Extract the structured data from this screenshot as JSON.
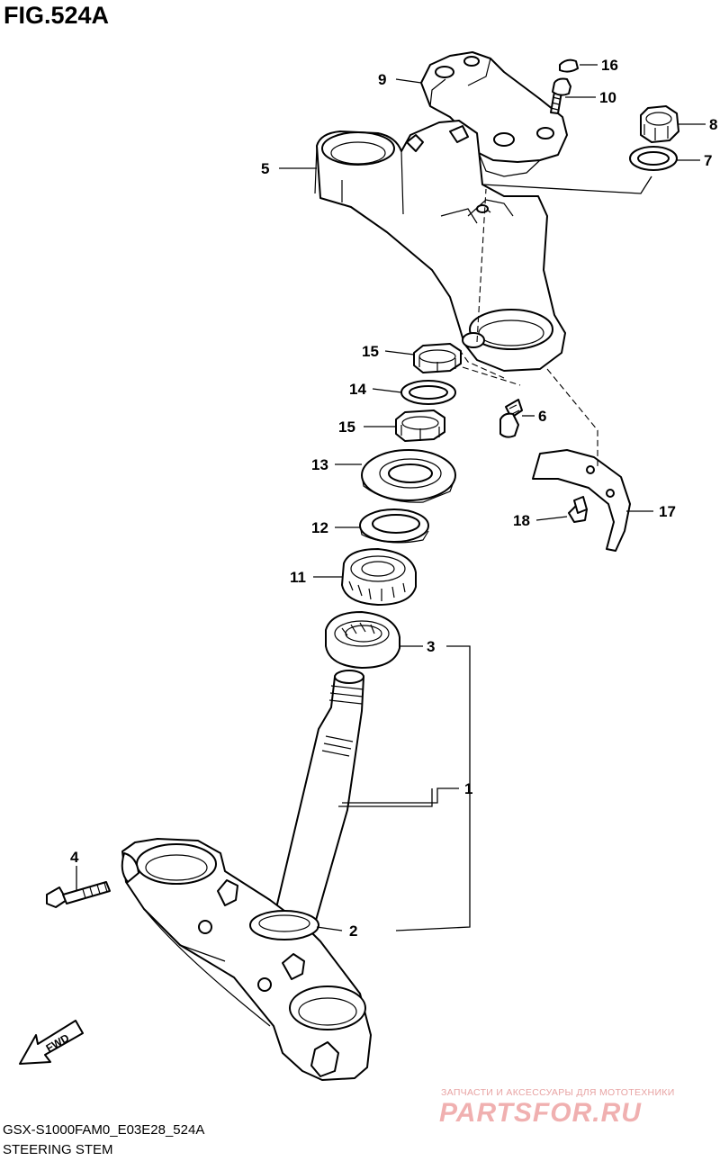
{
  "figure": {
    "title": "FIG.524A",
    "model_code": "GSX-S1000FAM0_E03E28_524A",
    "section_name": "STEERING STEM"
  },
  "callouts": [
    {
      "id": "c1",
      "label": "1"
    },
    {
      "id": "c2",
      "label": "2"
    },
    {
      "id": "c3",
      "label": "3"
    },
    {
      "id": "c4",
      "label": "4"
    },
    {
      "id": "c5",
      "label": "5"
    },
    {
      "id": "c6",
      "label": "6"
    },
    {
      "id": "c7",
      "label": "7"
    },
    {
      "id": "c8",
      "label": "8"
    },
    {
      "id": "c9",
      "label": "9"
    },
    {
      "id": "c10",
      "label": "10"
    },
    {
      "id": "c11",
      "label": "11"
    },
    {
      "id": "c12",
      "label": "12"
    },
    {
      "id": "c13",
      "label": "13"
    },
    {
      "id": "c14",
      "label": "14"
    },
    {
      "id": "c15a",
      "label": "15"
    },
    {
      "id": "c15b",
      "label": "15"
    },
    {
      "id": "c16",
      "label": "16"
    },
    {
      "id": "c17",
      "label": "17"
    },
    {
      "id": "c18",
      "label": "18"
    }
  ],
  "direction_arrow": {
    "label": "FWD"
  },
  "watermark": {
    "tagline": "ЗАПЧАСТИ И АКСЕССУАРЫ ДЛЯ МОТОТЕХНИКИ",
    "logo": "PARTSFOR.RU"
  }
}
